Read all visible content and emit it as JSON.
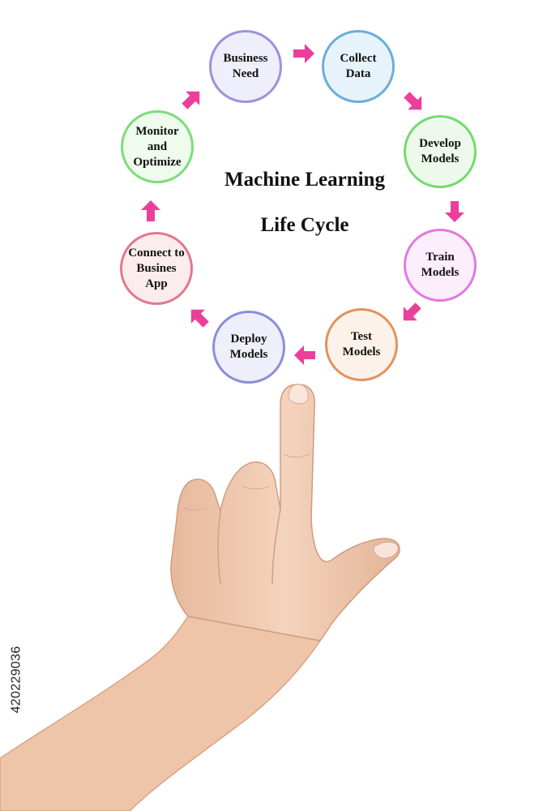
{
  "diagram": {
    "title_line1": "Machine Learning",
    "title_line2": "Life Cycle",
    "steps": [
      {
        "label": "Business\nNeed",
        "border": "#9b93dc",
        "fill": "#efeefb"
      },
      {
        "label": "Collect\nData",
        "border": "#6aaed9",
        "fill": "#e7f3fb"
      },
      {
        "label": "Develop\nModels",
        "border": "#78d96e",
        "fill": "#edfaeb"
      },
      {
        "label": "Train\nModels",
        "border": "#e27ae0",
        "fill": "#fceefc"
      },
      {
        "label": "Test\nModels",
        "border": "#e3925e",
        "fill": "#fdf2ea"
      },
      {
        "label": "Deploy\nModels",
        "border": "#8b8fd6",
        "fill": "#eeeffb"
      },
      {
        "label": "Connect to\nBusines\nApp",
        "border": "#e07a8e",
        "fill": "#fcecef"
      },
      {
        "label": "Monitor\nand\nOptimize",
        "border": "#7edc7a",
        "fill": "#eefbed"
      }
    ],
    "arrow_color": "#ec3f9a"
  },
  "image_id": "420229036"
}
